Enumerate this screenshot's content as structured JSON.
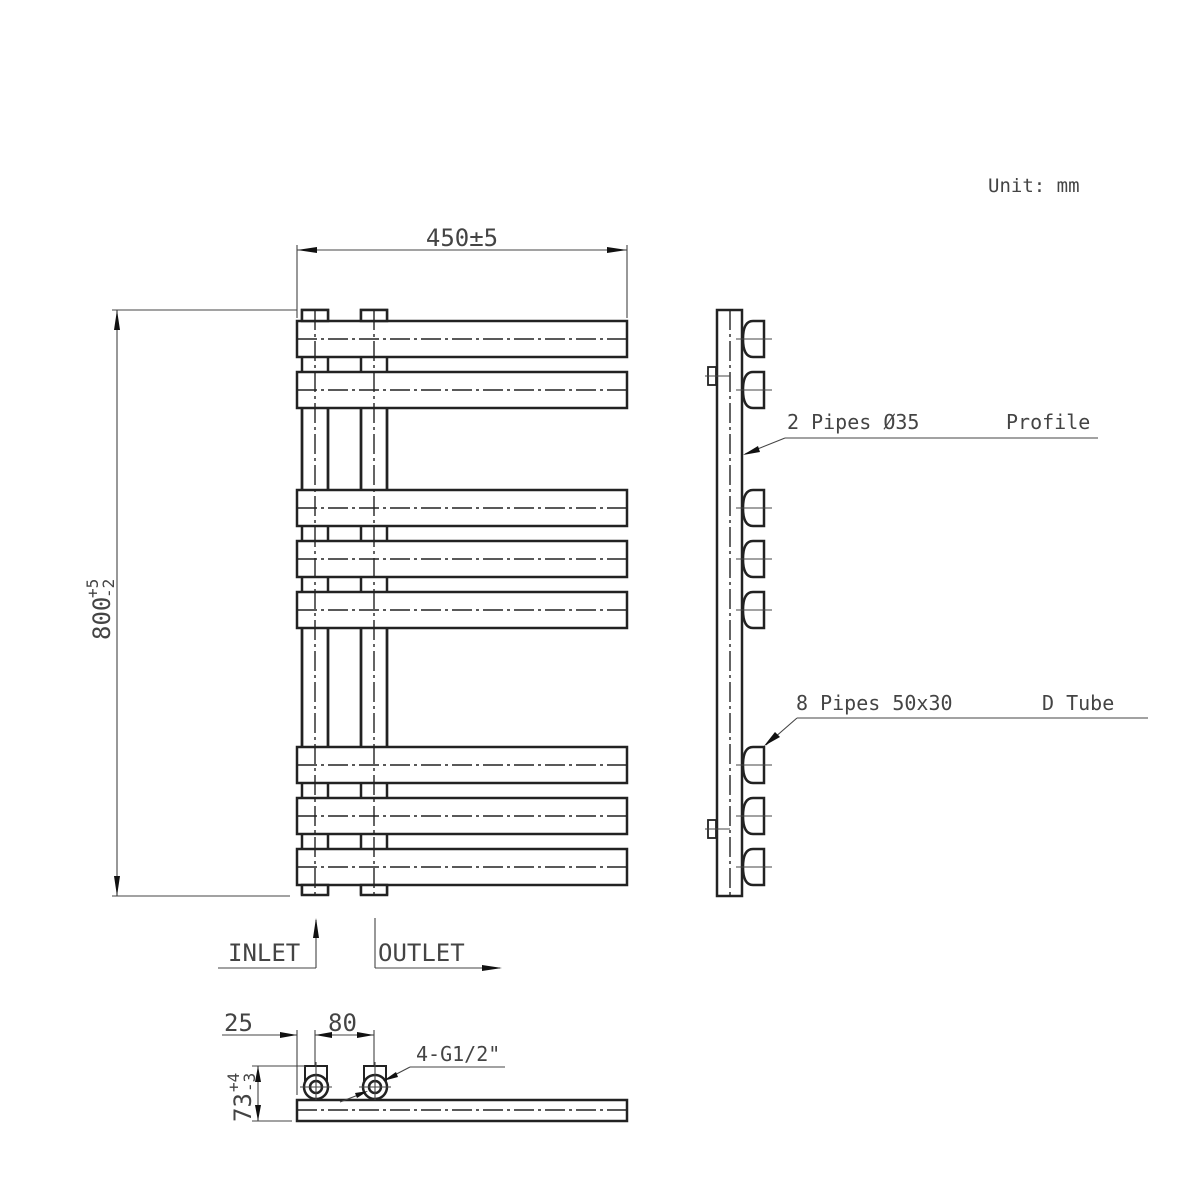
{
  "drawing": {
    "unit_label": "Unit: mm",
    "front_view": {
      "width_dim": "450±5",
      "height_dim_base": "800",
      "height_tol_upper": "+5",
      "height_tol_lower": "-2",
      "inlet_label": "INLET",
      "outlet_label": "OUTLET"
    },
    "side_view": {
      "profile_callout": {
        "left": "2 Pipes Ø35",
        "right": "Profile"
      },
      "tube_callout": {
        "left": "8 Pipes 50x30",
        "right": "D Tube"
      }
    },
    "bottom_view": {
      "offset_dim": "25",
      "spacing_dim": "80",
      "depth_dim_base": "73",
      "depth_tol_upper": "+4",
      "depth_tol_lower": "-3",
      "connection_callout": "4-G1/2\""
    },
    "bars_y": [
      321,
      372,
      490,
      541,
      592,
      747,
      798,
      849
    ],
    "line_color": "#222222"
  }
}
